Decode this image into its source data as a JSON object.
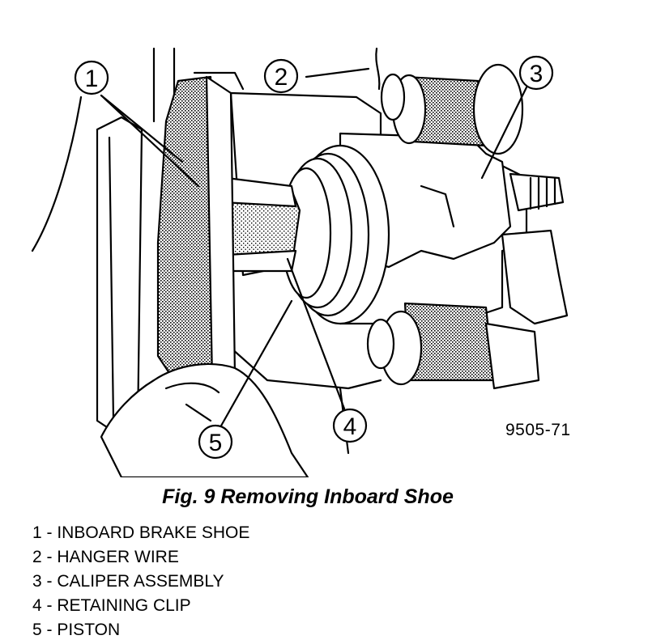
{
  "figure": {
    "id": "9505-71",
    "caption": "Fig. 9 Removing Inboard Shoe"
  },
  "callouts": [
    "1",
    "2",
    "3",
    "4",
    "5"
  ],
  "legend": [
    "1 - INBOARD BRAKE SHOE",
    "2 - HANGER WIRE",
    "3 - CALIPER ASSEMBLY",
    "4 - RETAINING CLIP",
    "5 - PISTON"
  ]
}
